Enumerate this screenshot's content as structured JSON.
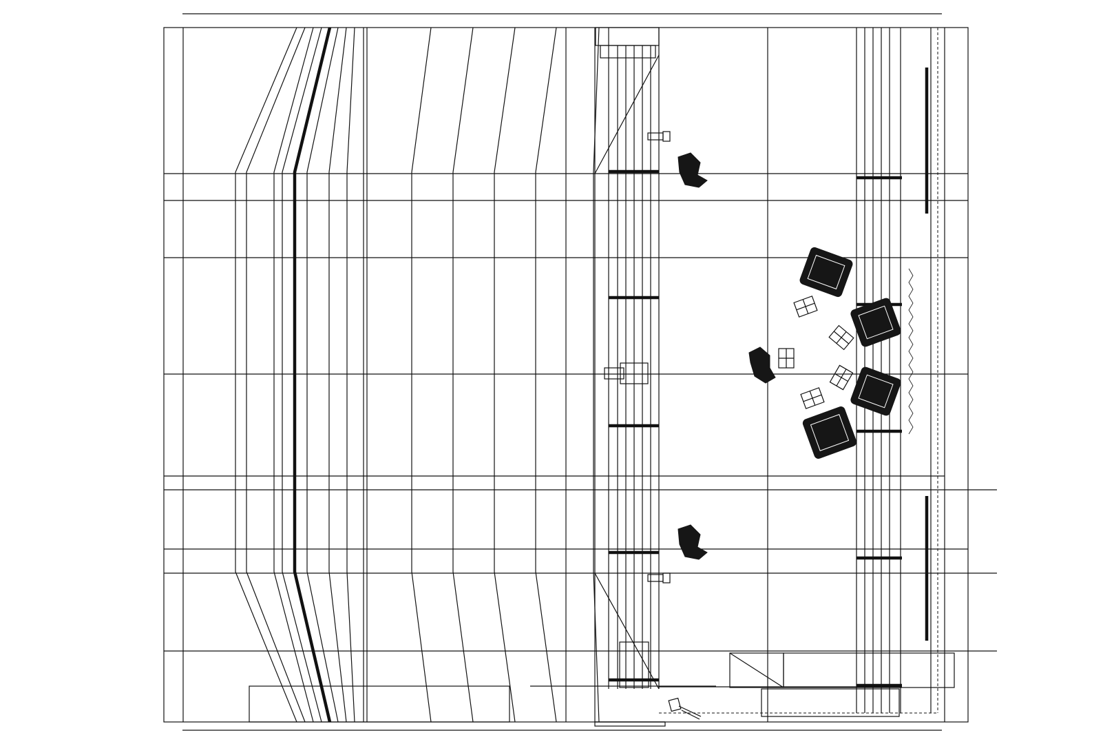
{
  "drawing": {
    "kind": "architectural plan (line drawing, no visible text)",
    "colors": {
      "background": "#ffffff",
      "line": "#111111",
      "fill": "#161616"
    },
    "elements": [
      "outer-frame",
      "outer-wall",
      "bleacher-rows",
      "column-pier",
      "stage-area",
      "wall-section",
      "armchairs",
      "small-tables",
      "counter-desk",
      "door-swing"
    ],
    "counts": {
      "armchairs": 4,
      "small-tables": 6
    }
  }
}
